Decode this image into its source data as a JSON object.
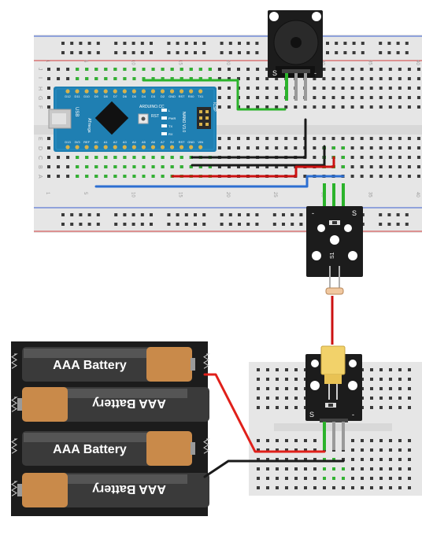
{
  "breadboard_main": {
    "row_letters_top": [
      "J",
      "I",
      "H",
      "G",
      "F"
    ],
    "row_letters_bottom": [
      "E",
      "D",
      "C",
      "B",
      "A"
    ],
    "column_numbers": [
      "1",
      "5",
      "10",
      "15",
      "20",
      "25",
      "30",
      "35",
      "40"
    ]
  },
  "arduino": {
    "pins_top": [
      "D12",
      "D11",
      "D10",
      "D9",
      "D8",
      "D7",
      "D6",
      "D5",
      "D4",
      "D3",
      "D2",
      "GND",
      "RST",
      "RX0",
      "TX1"
    ],
    "pins_bottom": [
      "D13",
      "3V3",
      "REF",
      "A0",
      "A1",
      "A2",
      "A3",
      "A4",
      "A5",
      "A6",
      "A7",
      "5V",
      "RST",
      "GND",
      "VIN"
    ],
    "chip_label": "ARDUINO.CC",
    "model_label": "NANO V3.0",
    "usb_label": "USB",
    "icsp_label": "ICSP",
    "reset_label": "RST",
    "chip_code": "ATmega",
    "led_labels": [
      "L",
      "PWR",
      "TX",
      "RX"
    ]
  },
  "buzzer": {
    "pin_labels": [
      "S",
      "-"
    ]
  },
  "receiver_module": {
    "pin_labels": [
      "-",
      "S"
    ],
    "sensor_label": "S1"
  },
  "laser_module": {
    "pin_labels": [
      "S",
      "-"
    ]
  },
  "battery_pack": {
    "cells": [
      "AAA Battery",
      "AAA Battery",
      "AAA Battery",
      "AAA Battery"
    ]
  },
  "colors": {
    "wire_green": "#2bb32b",
    "wire_black": "#1a1a1a",
    "wire_red": "#cc1111",
    "wire_blue": "#2d6fd1",
    "rail_red": "#d23c3c",
    "rail_blue": "#3b5fd0",
    "board_blue": "#1f7fb2",
    "battery_copper": "#c98a4a"
  }
}
